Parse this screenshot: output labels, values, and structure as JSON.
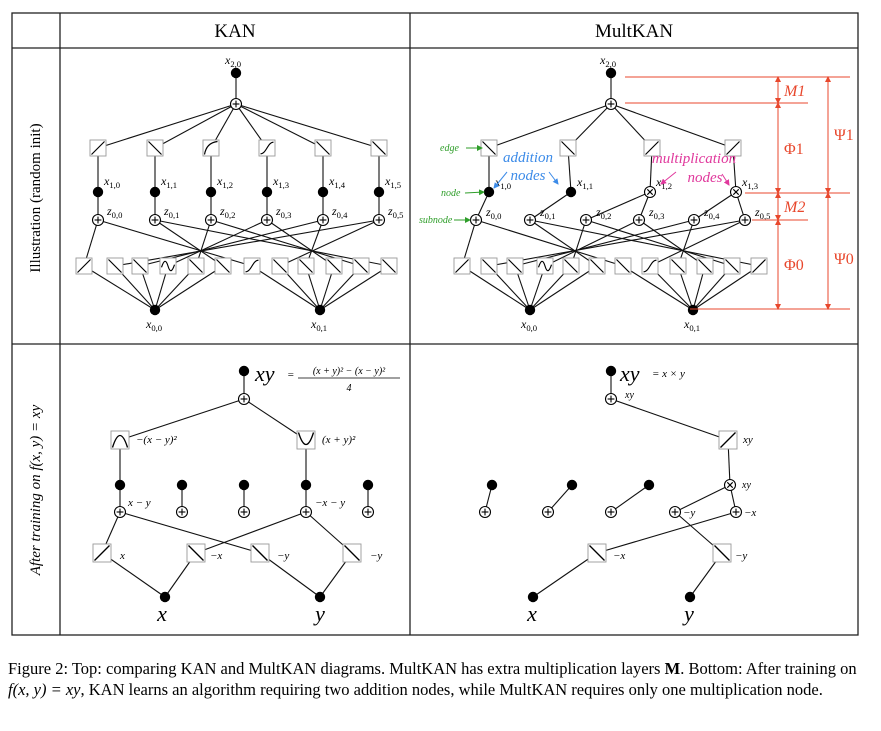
{
  "table": {
    "col_headers": [
      "KAN",
      "MultKAN"
    ],
    "row_labels": [
      "Illustration (random init)",
      "After training on f(x, y) = xy"
    ]
  },
  "top_kan": {
    "output": "x2,0",
    "hidden_nodes": [
      "x1,0",
      "x1,1",
      "x1,2",
      "x1,3",
      "x1,4",
      "x1,5"
    ],
    "subnodes": [
      "z0,0",
      "z0,1",
      "z0,2",
      "z0,3",
      "z0,4",
      "z0,5"
    ],
    "inputs": [
      "x0,0",
      "x0,1"
    ]
  },
  "top_mult": {
    "output": "x2,0",
    "hidden_nodes": [
      "x1,0",
      "x1,1",
      "x1,2",
      "x1,3"
    ],
    "subnodes": [
      "z0,0",
      "z0,1",
      "z0,2",
      "z0,3",
      "z0,4",
      "z0,5"
    ],
    "inputs": [
      "x0,0",
      "x0,1"
    ],
    "annotations": {
      "edge": "edge",
      "node": "node",
      "subnode": "subnode",
      "addition": [
        "addition",
        "nodes"
      ],
      "multiplication": [
        "multiplication",
        "nodes"
      ]
    },
    "scale_labels": [
      "M1",
      "Φ1",
      "M2",
      "Φ0",
      "Ψ1",
      "Ψ0"
    ]
  },
  "bottom_kan": {
    "out_var": "xy",
    "formula_num": "(x + y)² − (x − y)²",
    "formula_den": "4",
    "fn_left": "−(x − y)²",
    "fn_right": "(x + y)²",
    "sum_left": "x − y",
    "sum_right": "−x − y",
    "edge_labels": [
      "x",
      "−x",
      "−y",
      "−y"
    ],
    "inputs": [
      "x",
      "y"
    ]
  },
  "bottom_mult": {
    "out_var": "xy",
    "formula": "= x × y",
    "top_sum": "xy",
    "fn": "xy",
    "mult_label": "xy",
    "sum_labels": [
      "−y",
      "−x"
    ],
    "edge_labels": [
      "−x",
      "−y"
    ],
    "inputs": [
      "x",
      "y"
    ]
  },
  "caption": {
    "parts": [
      "Figure 2: Top: comparing KAN and MultKAN diagrams. MultKAN has extra multiplication layers ",
      "M",
      ". Bottom: After training on ",
      "f(x, y) = xy",
      ", KAN learns an algorithm requiring two addition nodes, while MultKAN requires only one multiplication node."
    ]
  },
  "colors": {
    "red": "#e8472c",
    "blue": "#3c8be8",
    "magenta": "#e0389c",
    "green": "#2f9e2a"
  }
}
